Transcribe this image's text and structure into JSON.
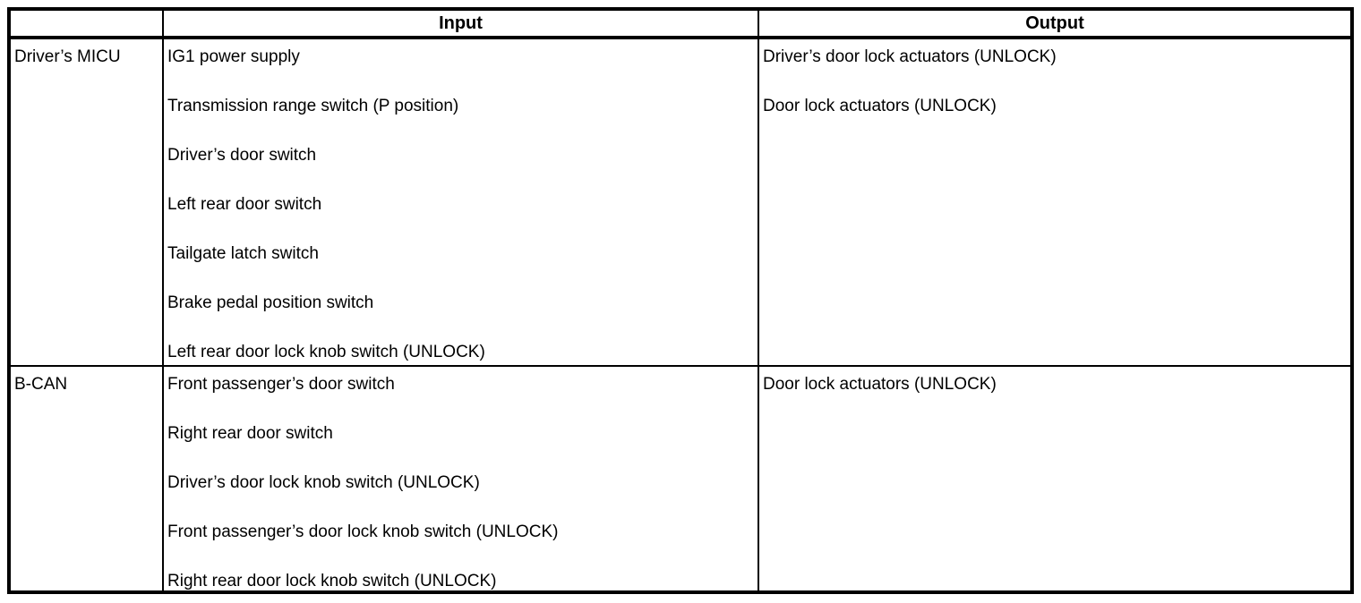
{
  "table": {
    "header": {
      "source_label": "",
      "input_label": "Input",
      "output_label": "Output"
    },
    "rows": [
      {
        "source": "Driver’s MICU",
        "inputs": [
          "IG1 power supply",
          "Transmission range switch (P position)",
          "Driver’s door switch",
          "Left rear door switch",
          "Tailgate latch switch",
          "Brake pedal position switch",
          "Left rear door lock knob switch (UNLOCK)"
        ],
        "outputs": [
          "Driver’s door lock actuators (UNLOCK)",
          "Door lock actuators (UNLOCK)"
        ]
      },
      {
        "source": "B-CAN",
        "inputs": [
          "Front passenger’s door switch",
          "Right rear door switch",
          "Driver’s door lock knob switch (UNLOCK)",
          "Front passenger’s door lock knob switch (UNLOCK)",
          "Right rear door lock knob switch (UNLOCK)"
        ],
        "outputs": [
          "Door lock actuators (UNLOCK)"
        ]
      }
    ],
    "colors": {
      "border": "#000000",
      "background": "#ffffff",
      "text": "#000000"
    }
  }
}
